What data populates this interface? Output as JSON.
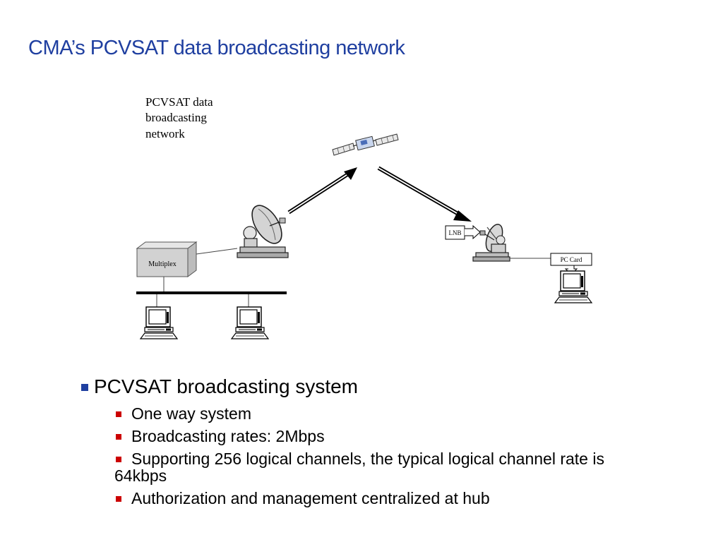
{
  "slide": {
    "title": "CMA’s PCVSAT data broadcasting network"
  },
  "diagram": {
    "caption_lines": [
      "PCVSAT data",
      "broadcasting",
      "network"
    ],
    "multiplex_label": "Multiplex",
    "lnb_label": "LNB",
    "pc_card_label": "PC Card"
  },
  "bullets": {
    "main": "PCVSAT broadcasting system",
    "items": [
      {
        "text": "One way system"
      },
      {
        "text": "Broadcasting rates: 2Mbps"
      },
      {
        "text": "Supporting 256 logical channels, the typical logical channel rate is 64kbps"
      },
      {
        "text": "Authorization and management centralized at hub"
      }
    ]
  }
}
